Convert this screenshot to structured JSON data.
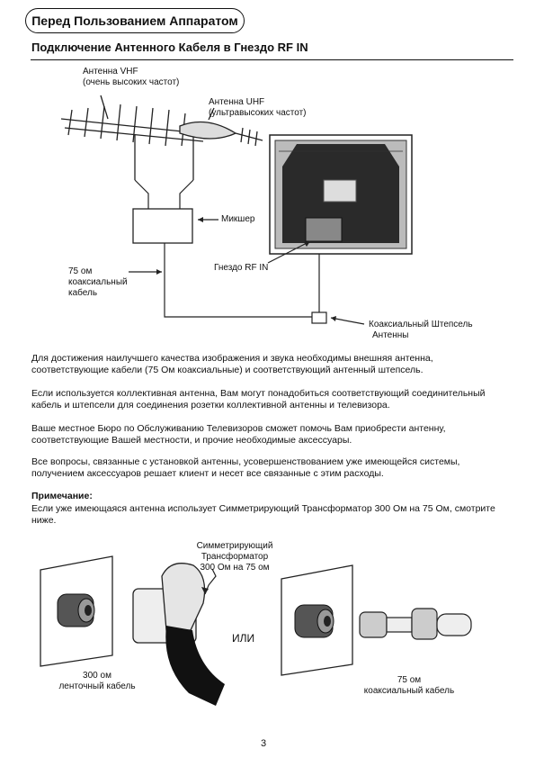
{
  "header": {
    "tab_title": "Перед Пользованием Аппаратом"
  },
  "section": {
    "title": "Подключение Антенного Кабеля в Гнездо RF IN"
  },
  "diagram1": {
    "vhf_line1": "Антенна VHF",
    "vhf_line2": "(очень высоких частот)",
    "uhf_line1": "Антенна UHF",
    "uhf_line2": "(ультравысоких частот)",
    "mixer": "Микшер",
    "rf_in": "Гнездо RF IN",
    "cable_line1": "75 ом",
    "cable_line2": "коаксиальный",
    "cable_line3": "кабель",
    "plug_line1": "Коаксиальный Штепсель",
    "plug_line2": "Антенны"
  },
  "paragraphs": {
    "p1": "Для достижения наилучшего качества изображения и звука необходимы внешняя антенна, соответствующие кабели (75 Ом коаксиальные) и соответствующий антенный штепсель.",
    "p2": "Если используется коллективная антенна, Вам могут понадобиться соответствующий соединительный кабель и штепсели для соединения розетки коллективной антенны и телевизора.",
    "p3": "Ваше местное Бюро по Обслуживанию Телевизоров сможет помочь Вам приобрести антенну, соответствующие Вашей местности, и прочие необходимые аксессуары.",
    "p4": "Все вопросы, связанные с установкой антенны, усовершенствованием уже имеющейся системы, получением аксессуаров решает клиент и несет все связанные с этим расходы."
  },
  "note": {
    "title": "Примечание:",
    "text": "Если уже имеющаяся антенна использует Симметрирующий Трансформатор 300 Ом на 75 Ом, смотрите ниже."
  },
  "diagram2": {
    "transformer_line1": "Симметрирующий Трансформатор",
    "transformer_line2": "300 Ом на 75 ом",
    "or": "ИЛИ",
    "left_line1": "300 ом",
    "left_line2": "ленточный кабель",
    "right_line1": "75 ом",
    "right_line2": "коаксиальный кабель"
  },
  "page_number": "3"
}
